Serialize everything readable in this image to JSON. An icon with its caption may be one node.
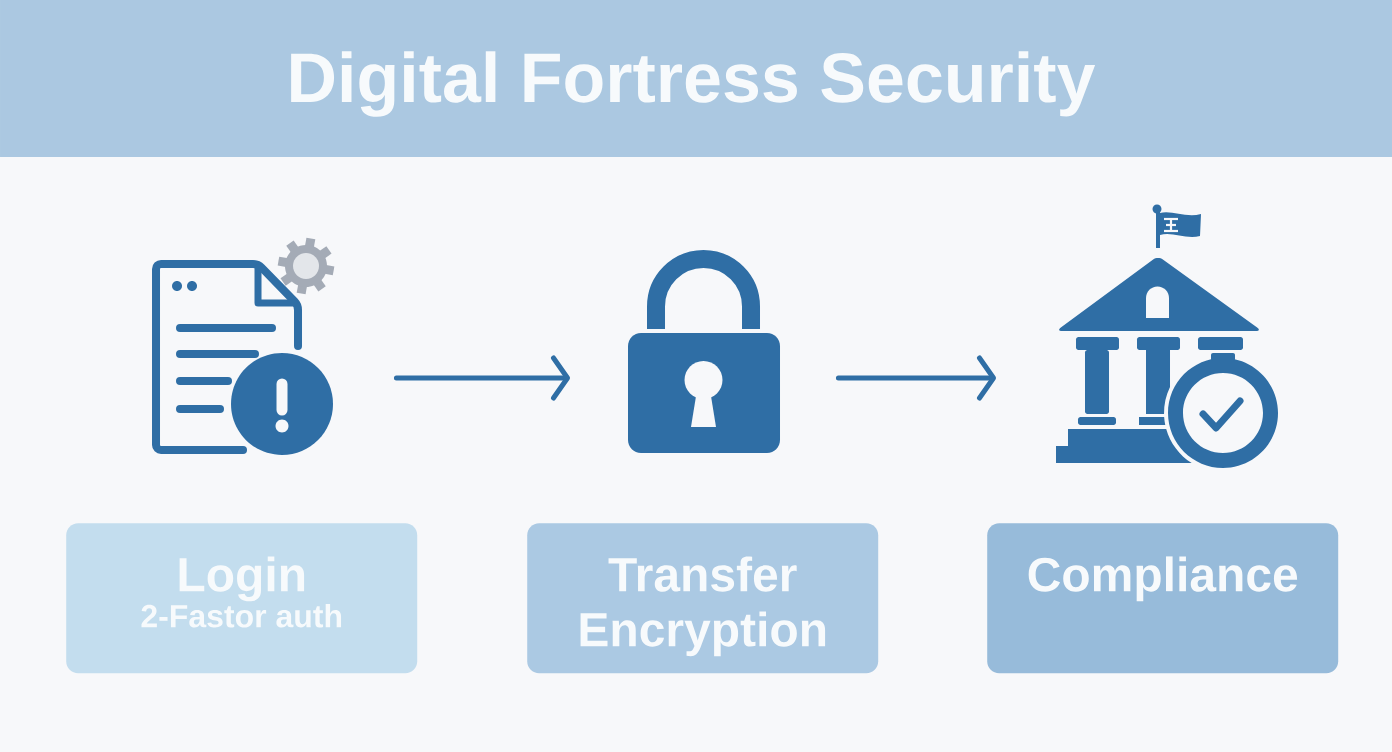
{
  "diagram": {
    "title": "Digital Fortress Security",
    "nodes": [
      {
        "text": [],
        "shape": "picture"
      },
      {
        "text": [],
        "shape": "picture"
      },
      {
        "text": [],
        "shape": "picture"
      },
      {
        "text": [
          "Login",
          "2-Fastor auth"
        ]
      },
      {
        "text": [
          "Transfer Encryption"
        ]
      },
      {
        "text": [
          "Compliance"
        ]
      }
    ],
    "edges": [
      {
        "from": 0,
        "to": 1,
        "arrow": "to"
      },
      {
        "from": 1,
        "to": 2,
        "arrow": "to"
      }
    ]
  }
}
